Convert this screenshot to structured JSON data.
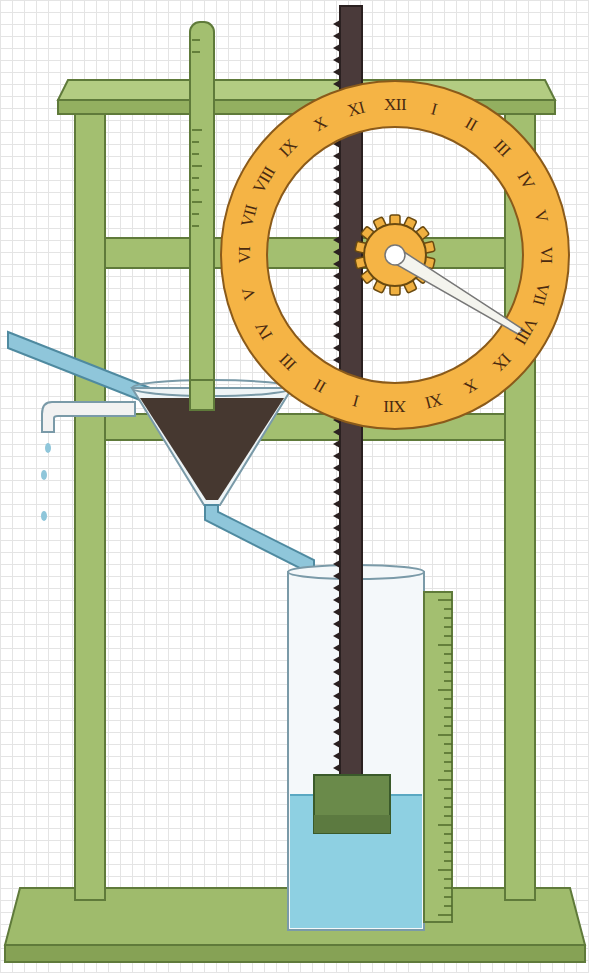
{
  "diagram": {
    "labels": [
      "XII",
      "I",
      "II",
      "III",
      "IV",
      "V",
      "VI",
      "VII",
      "VIII",
      "IX",
      "X",
      "XI",
      "XII",
      "I",
      "II",
      "III",
      "IV",
      "V",
      "VI",
      "VII",
      "VIII",
      "IX",
      "X",
      "XI"
    ]
  }
}
